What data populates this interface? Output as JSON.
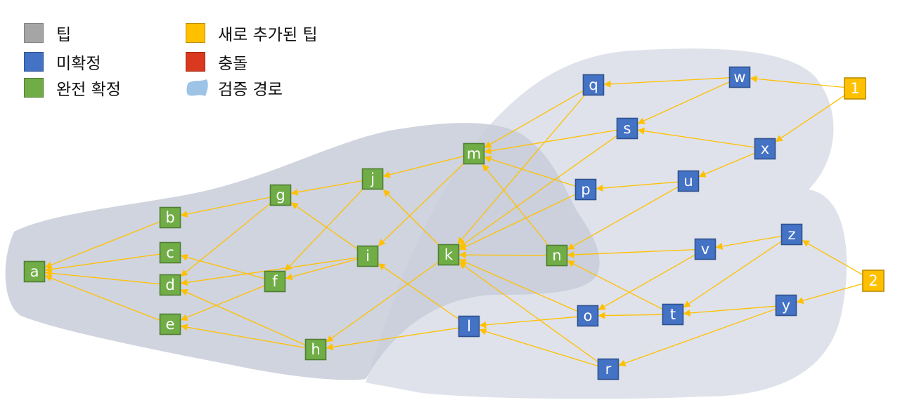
{
  "legend": {
    "tip": {
      "label": "팁",
      "color": "#A5A5A5"
    },
    "new_tip": {
      "label": "새로 추가된 팁",
      "color": "#FFC000"
    },
    "unconfirmed": {
      "label": "미확정",
      "color": "#4472C4"
    },
    "conflict": {
      "label": "충돌",
      "color": "#D9391E"
    },
    "confirmed": {
      "label": "완전 확정",
      "color": "#70AD47"
    },
    "path": {
      "label": "검증 경로",
      "color": "#9DC3E6"
    }
  },
  "colors": {
    "edge": "#FFC000",
    "region_dark": "#C8CDD9",
    "region_light": "#DFE2EA"
  },
  "nodes": [
    {
      "id": "a",
      "status": "confirmed"
    },
    {
      "id": "b",
      "status": "confirmed"
    },
    {
      "id": "c",
      "status": "confirmed"
    },
    {
      "id": "d",
      "status": "confirmed"
    },
    {
      "id": "e",
      "status": "confirmed"
    },
    {
      "id": "f",
      "status": "confirmed"
    },
    {
      "id": "g",
      "status": "confirmed"
    },
    {
      "id": "h",
      "status": "confirmed"
    },
    {
      "id": "i",
      "status": "confirmed"
    },
    {
      "id": "j",
      "status": "confirmed"
    },
    {
      "id": "k",
      "status": "confirmed"
    },
    {
      "id": "m",
      "status": "confirmed"
    },
    {
      "id": "n",
      "status": "confirmed"
    },
    {
      "id": "l",
      "status": "unconfirmed"
    },
    {
      "id": "o",
      "status": "unconfirmed"
    },
    {
      "id": "p",
      "status": "unconfirmed"
    },
    {
      "id": "q",
      "status": "unconfirmed"
    },
    {
      "id": "r",
      "status": "unconfirmed"
    },
    {
      "id": "s",
      "status": "unconfirmed"
    },
    {
      "id": "t",
      "status": "unconfirmed"
    },
    {
      "id": "u",
      "status": "unconfirmed"
    },
    {
      "id": "v",
      "status": "unconfirmed"
    },
    {
      "id": "w",
      "status": "unconfirmed"
    },
    {
      "id": "x",
      "status": "unconfirmed"
    },
    {
      "id": "y",
      "status": "unconfirmed"
    },
    {
      "id": "z",
      "status": "unconfirmed"
    },
    {
      "id": "1",
      "status": "new_tip"
    },
    {
      "id": "2",
      "status": "new_tip"
    }
  ],
  "edges": [
    [
      "b",
      "a"
    ],
    [
      "c",
      "a"
    ],
    [
      "d",
      "a"
    ],
    [
      "e",
      "a"
    ],
    [
      "g",
      "b"
    ],
    [
      "f",
      "c"
    ],
    [
      "g",
      "d"
    ],
    [
      "h",
      "d"
    ],
    [
      "f",
      "e"
    ],
    [
      "h",
      "e"
    ],
    [
      "j",
      "g"
    ],
    [
      "i",
      "g"
    ],
    [
      "i",
      "d"
    ],
    [
      "j",
      "f"
    ],
    [
      "i",
      "f"
    ],
    [
      "m",
      "j"
    ],
    [
      "k",
      "j"
    ],
    [
      "m",
      "i"
    ],
    [
      "l",
      "i"
    ],
    [
      "k",
      "h"
    ],
    [
      "l",
      "h"
    ],
    [
      "q",
      "m"
    ],
    [
      "s",
      "m"
    ],
    [
      "p",
      "m"
    ],
    [
      "n",
      "m"
    ],
    [
      "q",
      "k"
    ],
    [
      "s",
      "k"
    ],
    [
      "p",
      "k"
    ],
    [
      "o",
      "k"
    ],
    [
      "r",
      "k"
    ],
    [
      "n",
      "k"
    ],
    [
      "o",
      "l"
    ],
    [
      "r",
      "l"
    ],
    [
      "w",
      "q"
    ],
    [
      "w",
      "s"
    ],
    [
      "x",
      "s"
    ],
    [
      "u",
      "p"
    ],
    [
      "u",
      "n"
    ],
    [
      "v",
      "n"
    ],
    [
      "v",
      "o"
    ],
    [
      "t",
      "o"
    ],
    [
      "t",
      "n"
    ],
    [
      "z",
      "v"
    ],
    [
      "z",
      "t"
    ],
    [
      "y",
      "t"
    ],
    [
      "y",
      "r"
    ],
    [
      "1",
      "w"
    ],
    [
      "1",
      "x"
    ],
    [
      "x",
      "u"
    ],
    [
      "2",
      "z"
    ],
    [
      "2",
      "y"
    ]
  ]
}
